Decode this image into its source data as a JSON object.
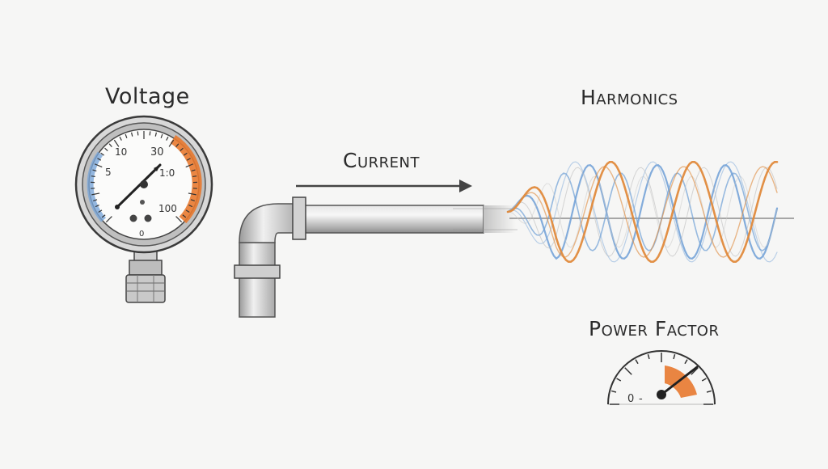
{
  "labels": {
    "voltage": "Voltage",
    "current": "Current",
    "harmonics": "Harmonics",
    "power_factor": "Power Factor"
  },
  "voltage_gauge": {
    "ticks": [
      "5",
      "10",
      "30",
      "1:0",
      "100"
    ],
    "bottom_mark": "0"
  },
  "power_factor_gauge": {
    "zero_label": "0"
  },
  "colors": {
    "pencil": "#3a3a3a",
    "accent_orange": "#e8792f",
    "wave_blue": "#6e9fd6",
    "wave_orange": "#e08a3c",
    "pipe": "#b9b9b9"
  }
}
